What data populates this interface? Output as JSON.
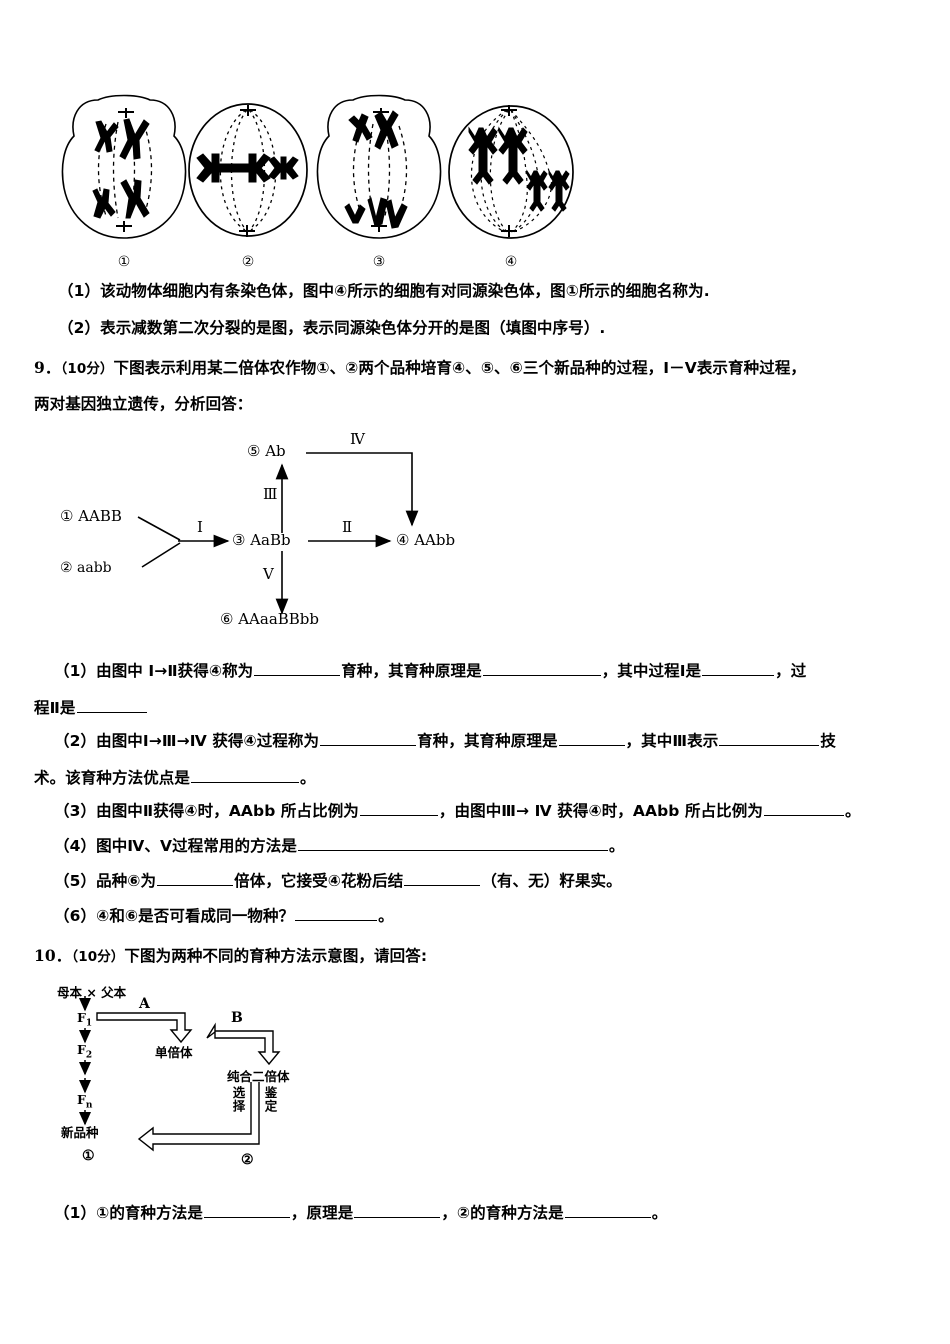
{
  "document": {
    "language": "zh-CN",
    "page_type": "biology-exam-worksheet"
  },
  "section_meiosis": {
    "cells": [
      {
        "id": "cell-1",
        "label": "①",
        "shape": "dividing-gourd",
        "chromosomes": "two groups of V-shaped chromosomes at poles"
      },
      {
        "id": "cell-2",
        "label": "②",
        "shape": "round",
        "chromosomes": "paired chromosomes aligned on equatorial plate"
      },
      {
        "id": "cell-3",
        "label": "③",
        "shape": "dividing-gourd",
        "chromosomes": "two groups of chromosomes at poles"
      },
      {
        "id": "cell-4",
        "label": "④",
        "shape": "round",
        "chromosomes": "four duplicated X-shaped chromosomes"
      }
    ],
    "q1": {
      "lead": "（1）",
      "text_before_blank1": "该动物体细胞内有",
      "blank1_w": 0,
      "text_mid": "条染色体，图中④所示的细胞有",
      "text_mid2": "对同源染色体，图①所示的细胞名称为",
      "tail": "."
    },
    "q2": {
      "lead": "（2）",
      "text": "表示减数第二次分裂的是",
      "text2": "图，表示同源染色体分开的是",
      "text3": "图（填图中序号）."
    }
  },
  "question9": {
    "number": "9．",
    "score": "（10分）",
    "stem_line1": "下图表示利用某二倍体农作物①、②两个品种培育④、⑤、⑥三个新品种的过程，Ⅰ－Ⅴ表示育种过程，",
    "stem_line2": "两对基因独立遗传，分析回答：",
    "diagram": {
      "node1": "① AABB",
      "node2": "② aabb",
      "node3": "③ AaBb",
      "node4": "④ AAbb",
      "node5": "⑤ Ab",
      "node6": "⑥ AAaaBBbb",
      "proc1": "Ⅰ",
      "proc2": "Ⅱ",
      "proc3": "Ⅲ",
      "proc4": "Ⅳ",
      "proc5": "Ⅴ"
    },
    "sub": [
      {
        "lead": "（1）",
        "parts": [
          "由图中 Ⅰ→Ⅱ获得④称为",
          "育种，其育种原理是",
          "，其中过程Ⅰ是",
          "，过"
        ],
        "parts_line2": [
          "程Ⅱ是",
          ""
        ]
      },
      {
        "lead": "（2）",
        "parts": [
          "由图中Ⅰ→Ⅲ→Ⅳ 获得④过程称为",
          "育种，其育种原理是",
          "，其中Ⅲ表示",
          "技"
        ],
        "parts_line2": [
          "术。该育种方法优点是",
          "。"
        ]
      },
      {
        "lead": "（3）",
        "parts": [
          "由图中Ⅱ获得④时，AAbb 所占比例为",
          "，由图中Ⅲ→ Ⅳ 获得④时，AAbb 所占比例为",
          "。"
        ]
      },
      {
        "lead": "（4）",
        "parts": [
          "图中Ⅳ、Ⅴ过程常用的方法是",
          "。"
        ]
      },
      {
        "lead": "（5）",
        "parts": [
          "品种⑥为",
          "倍体，它接受④花粉后结",
          "（有、无）籽果实。"
        ]
      },
      {
        "lead": "（6）",
        "parts": [
          "④和⑥是否可看成同一物种？",
          "。"
        ]
      }
    ]
  },
  "question10": {
    "number": "10．",
    "score": "（10分）",
    "stem": "下图为两种不同的育种方法示意图，请回答:",
    "diagram": {
      "parents": "母本 × 父本",
      "f1": "F",
      "f1_sub": "1",
      "f2": "F",
      "f2_sub": "2",
      "fn": "F",
      "fn_sub": "n",
      "new_variety": "新品种",
      "label1": "①",
      "label2": "②",
      "arrow_a": "A",
      "arrow_b": "B",
      "haploid": "单倍体",
      "pure_diploid": "纯合二倍体",
      "select": "选择",
      "identify": "鉴定"
    },
    "sub": [
      {
        "lead": "（1）",
        "parts": [
          "①的育种方法是",
          "，原理是",
          "，②的育种方法是",
          "。"
        ]
      }
    ]
  }
}
